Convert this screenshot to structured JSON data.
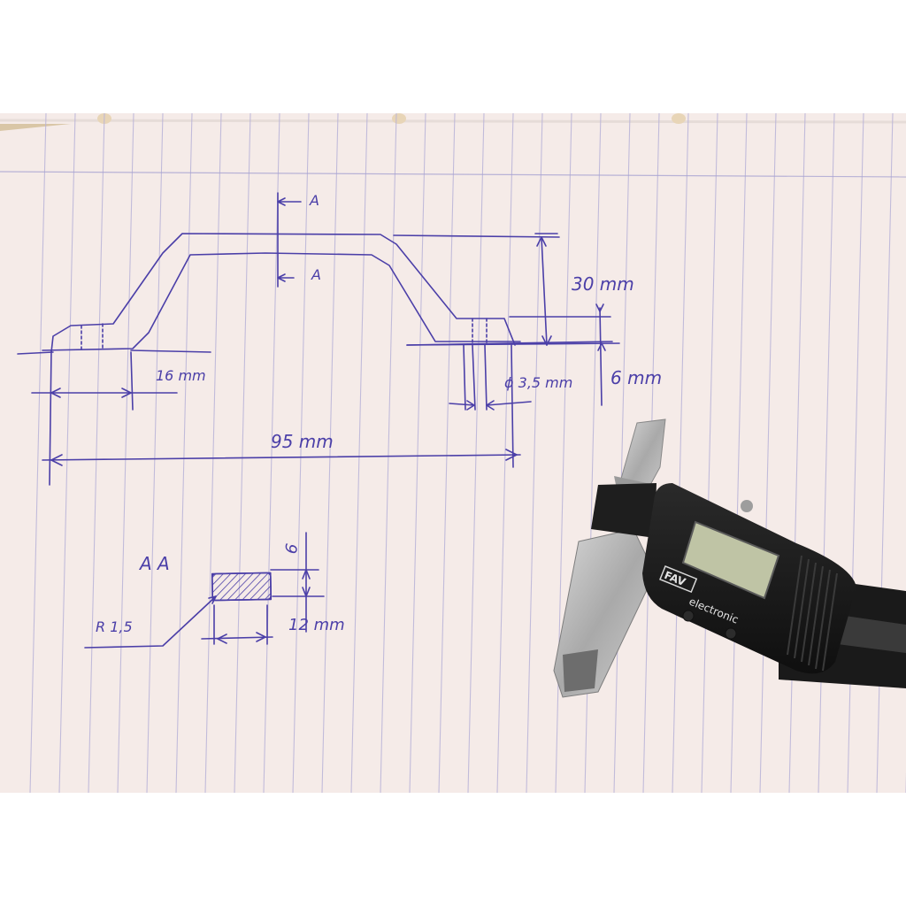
{
  "photo": {
    "description": "",
    "colors": {
      "paper": "#f5ebe8",
      "ink": "#4b3fa8",
      "rule_line": "#b9b3d8",
      "caliper_body": "#1d1d1d",
      "caliper_steel": "#bdbdbd",
      "lcd": "#bfc4a5"
    }
  },
  "sketch": {
    "section_marker_top": "A",
    "section_marker_bottom": "A",
    "height_dim": "30 mm",
    "left_foot_dim": "16 mm",
    "hole_dim": "ϕ 3,5 mm",
    "thickness_dim": "6 mm",
    "overall_dim": "95 mm",
    "section_label": "A A",
    "section_height": "6",
    "section_width": "12 mm",
    "radius_label": "R 1,5"
  },
  "caliper": {
    "brand": "electronic"
  }
}
